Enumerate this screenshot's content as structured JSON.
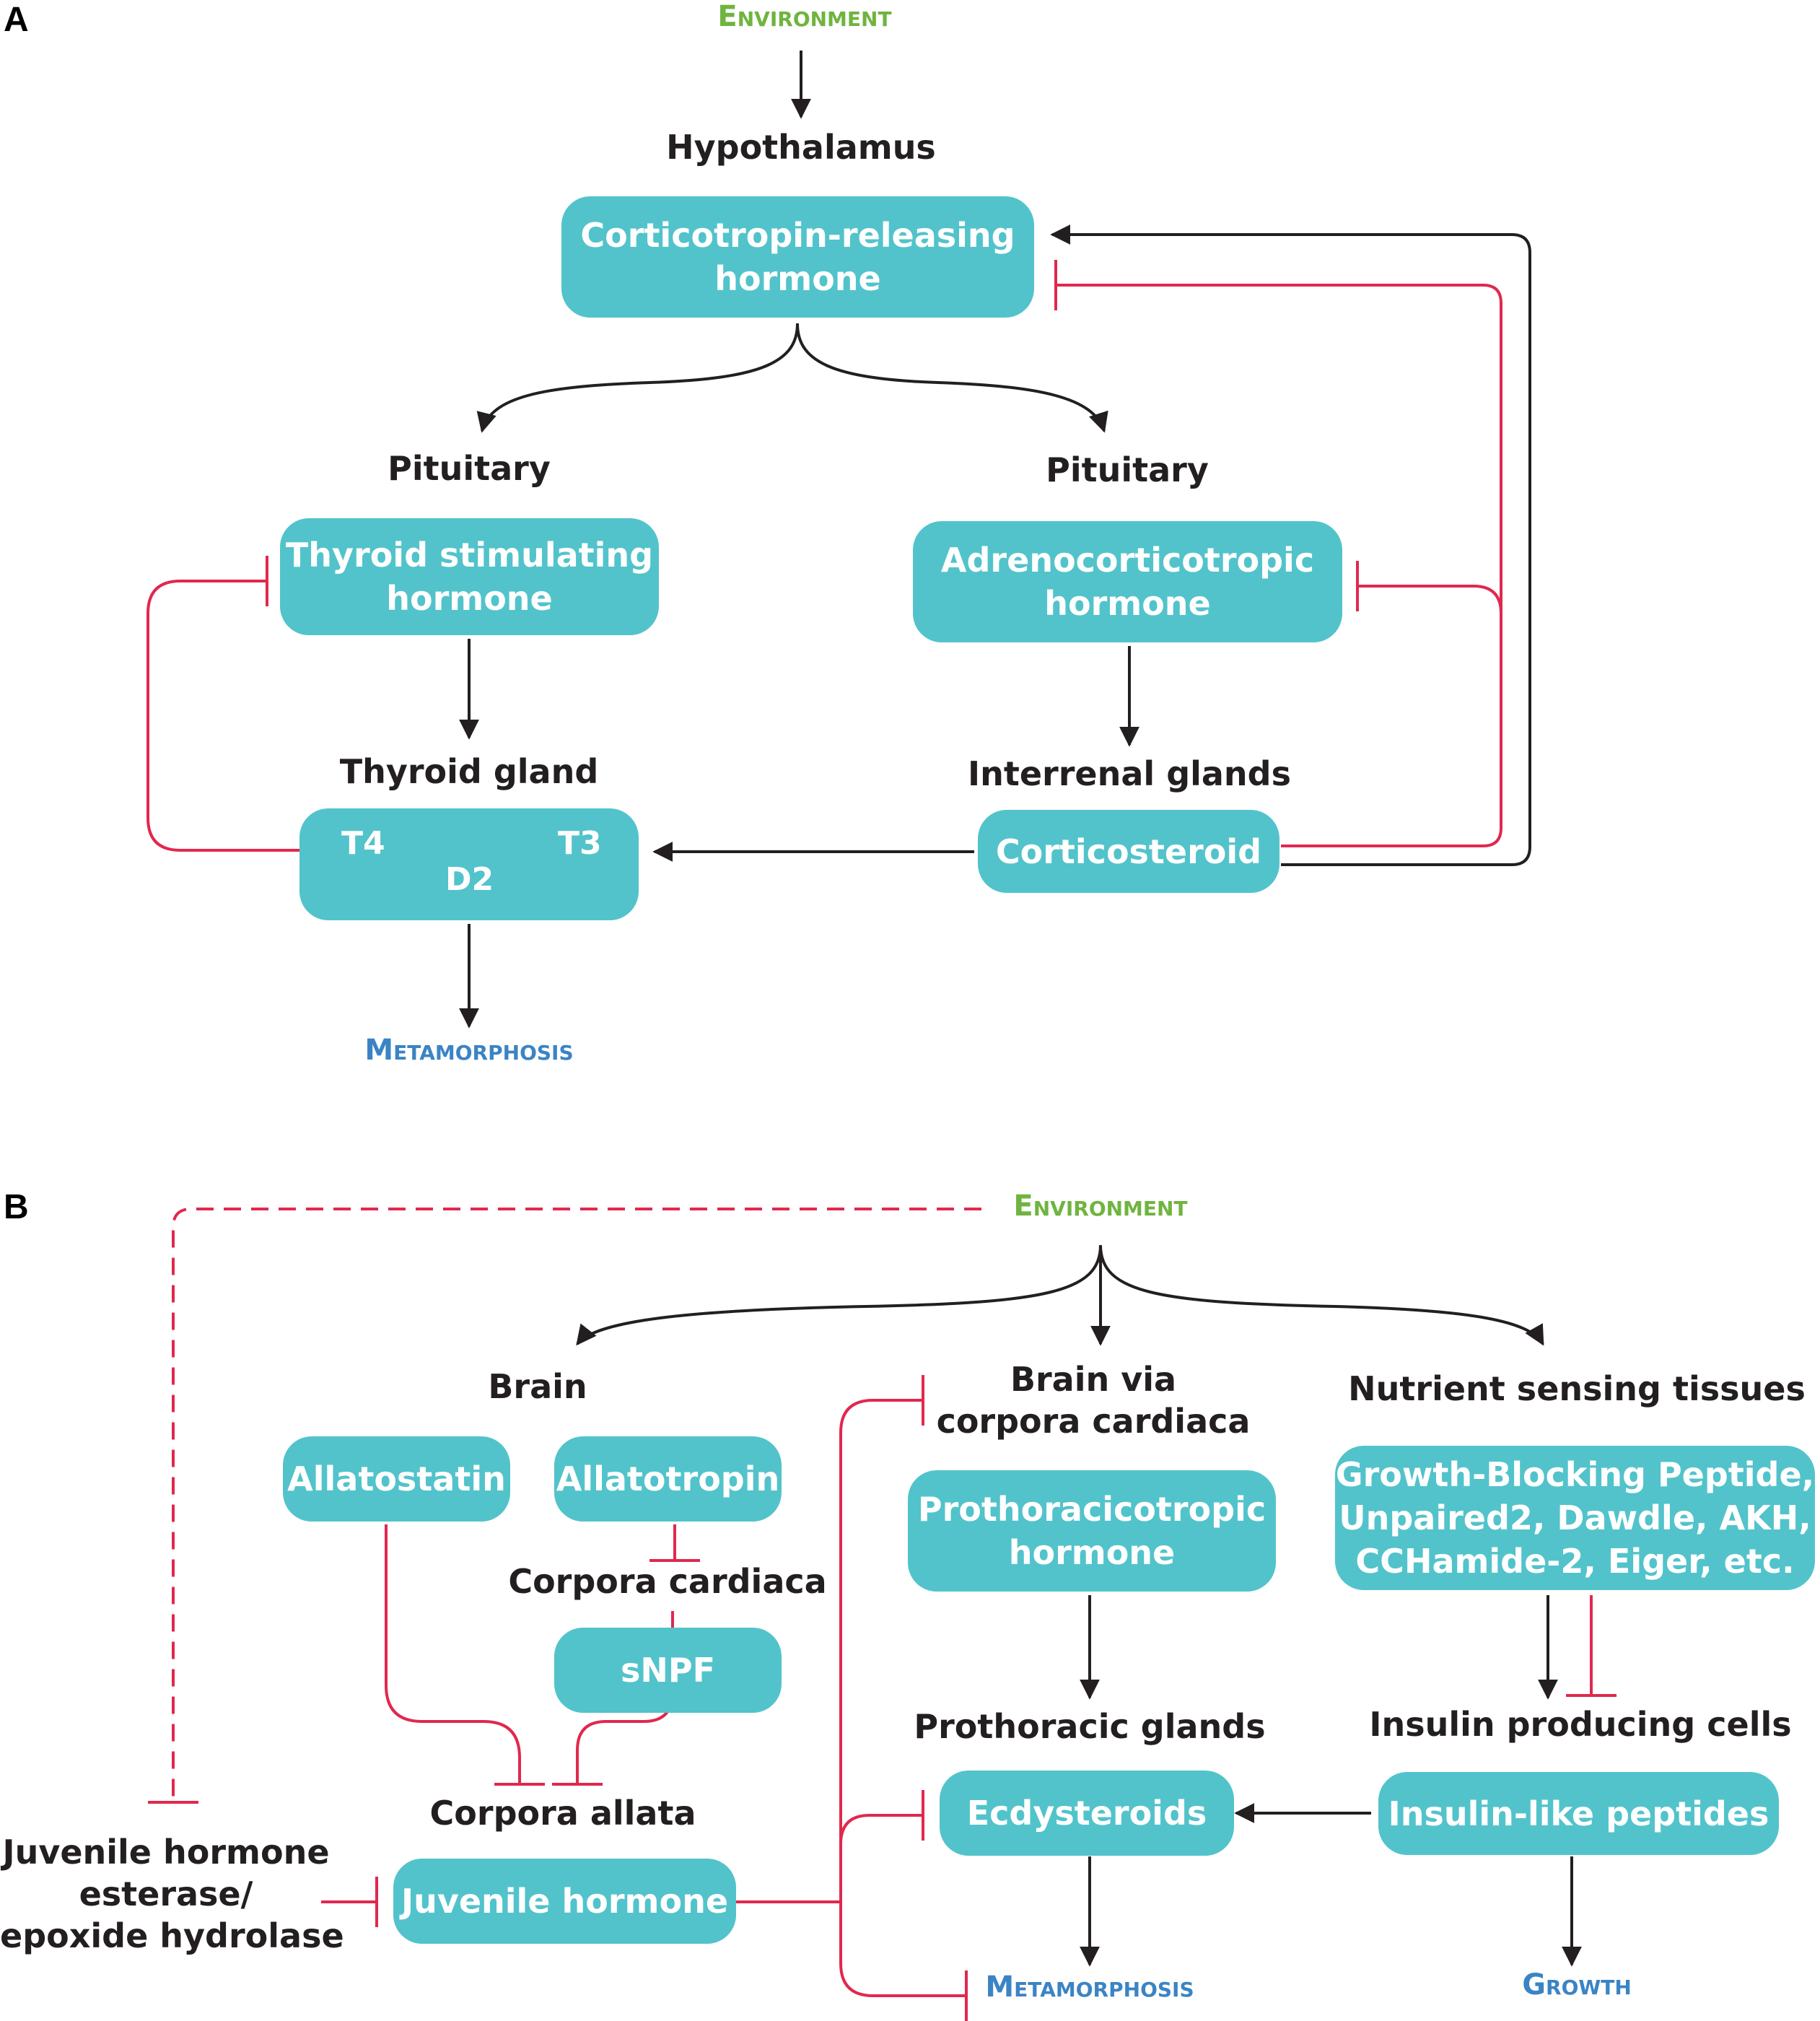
{
  "colors": {
    "box": "#52c3cb",
    "stimulate": "#231f20",
    "inhibit": "#e1284e",
    "environment": "#6fb43f",
    "outcome": "#3b84c4"
  },
  "panel_a": {
    "label": "A",
    "environment": "Environment",
    "hypothalamus": "Hypothalamus",
    "crh": [
      "Corticotropin-releasing",
      "hormone"
    ],
    "pituitary_left": "Pituitary",
    "pituitary_right": "Pituitary",
    "tsh": [
      "Thyroid stimulating",
      "hormone"
    ],
    "acth": [
      "Adrenocorticotropic",
      "hormone"
    ],
    "thyroid_gland": "Thyroid gland",
    "interrenal_glands": "Interrenal glands",
    "t4": "T4",
    "t3": "T3",
    "d2": "D2",
    "corticosteroid": "Corticosteroid",
    "metamorphosis": "Metamorphosis"
  },
  "panel_b": {
    "label": "B",
    "environment": "Environment",
    "brain": "Brain",
    "brain_via": [
      "Brain via",
      "corpora cardiaca"
    ],
    "nutrient": "Nutrient sensing tissues",
    "allatostatin": "Allatostatin",
    "allatotropin": "Allatotropin",
    "corpora_cardiaca": "Corpora cardiaca",
    "snpf": "sNPF",
    "corpora_allata": "Corpora allata",
    "juvenile_hormone": "Juvenile hormone",
    "jh_esterase": [
      "Juvenile hormone",
      "esterase/",
      "epoxide hydrolase"
    ],
    "ptth": [
      "Prothoracicotropic",
      "hormone"
    ],
    "prothoracic_glands": "Prothoracic glands",
    "ecdysteroids": "Ecdysteroids",
    "gbp": [
      "Growth-Blocking Peptide,",
      "Unpaired2, Dawdle, AKH,",
      "CCHamide-2, Eiger, etc."
    ],
    "insulin_cells": "Insulin producing cells",
    "ilp": "Insulin-like peptides",
    "metamorphosis": "Metamorphosis",
    "growth": "Growth"
  }
}
